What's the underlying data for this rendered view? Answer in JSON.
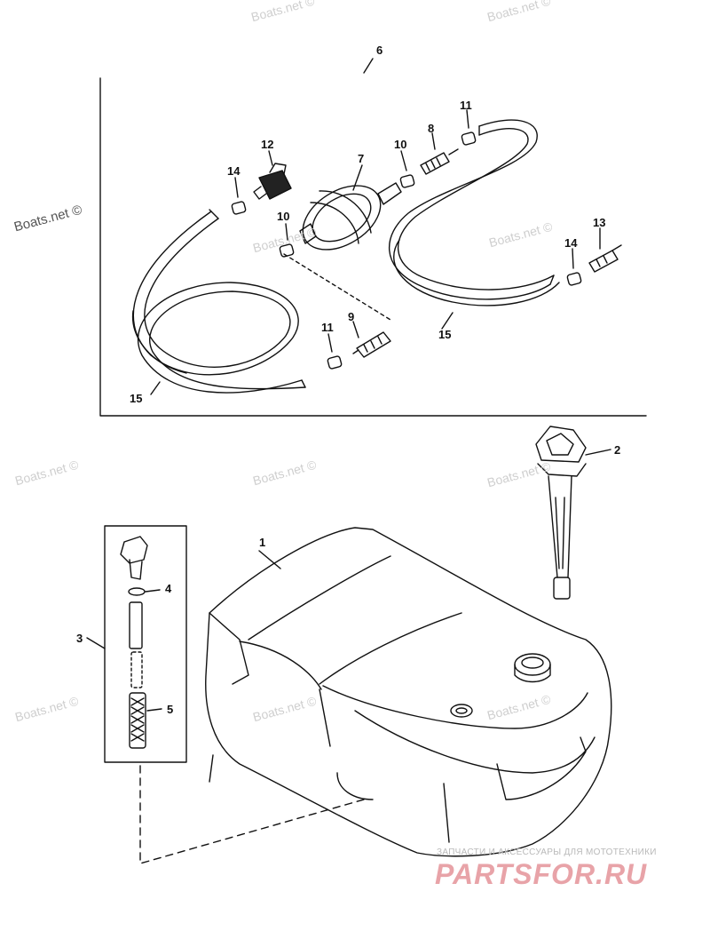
{
  "watermarks": {
    "dark": "Boats.net ©",
    "light": "Boats.net ©"
  },
  "brand": {
    "subtitle": "ЗАПЧАСТИ И АКСЕССУАРЫ ДЛЯ МОТОТЕХНИКИ",
    "name": "PARTSFOR.RU",
    "color": "#e8a3a8"
  },
  "callouts": {
    "c6": "6",
    "c11a": "11",
    "c12": "12",
    "c8": "8",
    "c10a": "10",
    "c7": "7",
    "c14a": "14",
    "c10b": "10",
    "c13": "13",
    "c14b": "14",
    "c9": "9",
    "c11b": "11",
    "c15a": "15",
    "c15b": "15",
    "c2": "2",
    "c1": "1",
    "c4": "4",
    "c3": "3",
    "c5": "5"
  }
}
